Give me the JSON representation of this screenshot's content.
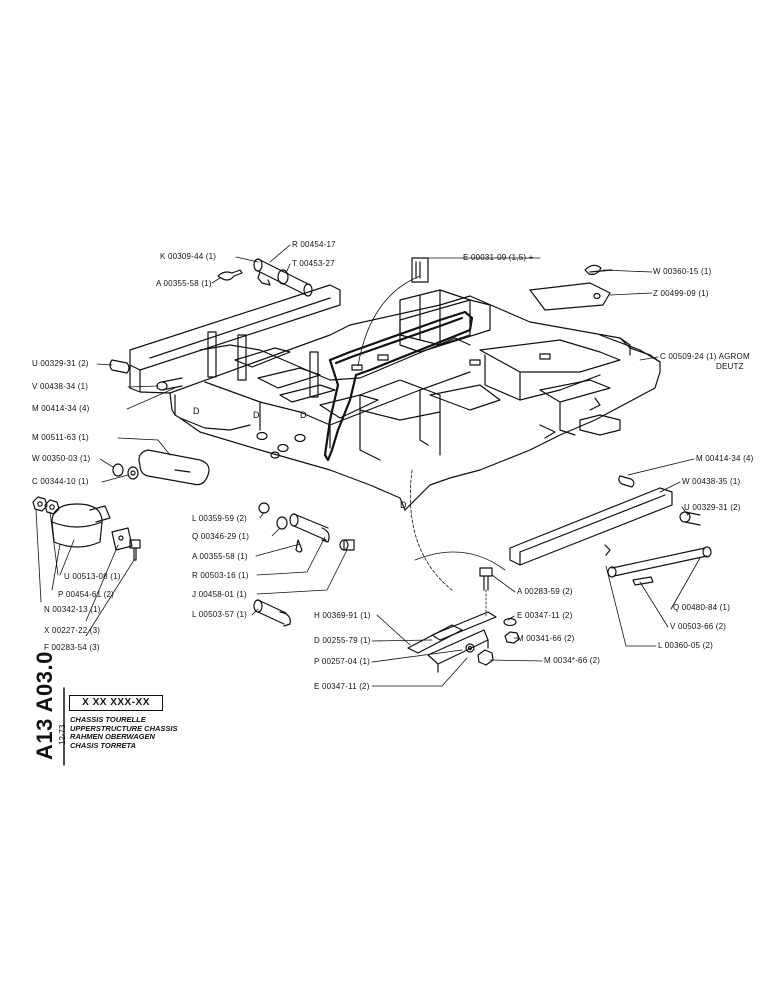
{
  "document": {
    "ref_code": "A13 A03.0",
    "date": "12-73",
    "doc_number": "X XX XXX-XX",
    "titles": [
      "CHASSIS TOURELLE",
      "UPPERSTRUCTURE CHASSIS",
      "RAHMEN OBERWAGEN",
      "CHASIS TORRETA"
    ]
  },
  "callouts": {
    "k00309_44": "K 00309-44 (1)",
    "r00454_17": "R 00454-17",
    "t00453_27": "T 00453-27",
    "a00355_58_top": "A 00355-58 (1)",
    "e00031_09": "E 00031-09 (1,5) +",
    "w00360_15": "W 00360-15 (1)",
    "z00499_09": "Z 00499-09 (1)",
    "c00509_24": "C 00509-24 (1) AGROM",
    "deutz": "DEUTZ",
    "u00329_31_left": "U 00329-31 (2)",
    "v00438_34": "V 00438-34 (1)",
    "m00414_34_left": "M 00414-34 (4)",
    "m00511_63": "M 00511-63 (1)",
    "w00350_03": "W 00350-03 (1)",
    "c00344_10": "C 00344-10 (1)",
    "m00414_34_right": "M 00414-34 (4)",
    "w00438_35": "W 00438-35 (1)",
    "u00329_31_right": "U 00329-31 (2)",
    "l00359_59": "L 00359-59 (2)",
    "q00346_29": "Q 00346-29 (1)",
    "a00355_58_mid": "A 00355-58 (1)",
    "r00503_16": "R 00503-16 (1)",
    "j00458_01": "J 00458-01 (1)",
    "l00503_57": "L 00503-57 (1)",
    "u00513_08": "U 00513-08 (1)",
    "p00454_61": "P 00454-61 (2)",
    "n00342_13": "N 00342-13 (1)",
    "x00227_22": "X 00227-22 (3)",
    "f00283_54": "F 00283-54 (3)",
    "a00283_59": "A 00283-59 (2)",
    "e00347_11_right": "E 00347-11 (2)",
    "m00341_66_a": "M 00341-66 (2)",
    "m00341_66_b": "M 0034*-66 (2)",
    "h00369_91": "H 00369-91 (1)",
    "d00255_79": "D 00255-79 (1)",
    "p00257_04": "P 00257-04 (1)",
    "e00347_11_bottom": "E 00347-11 (2)",
    "q00480_84": "Q 00480-84 (1)",
    "v00503_66": "V 00503-66 (2)",
    "l00360_05": "L 00360-05 (2)"
  }
}
